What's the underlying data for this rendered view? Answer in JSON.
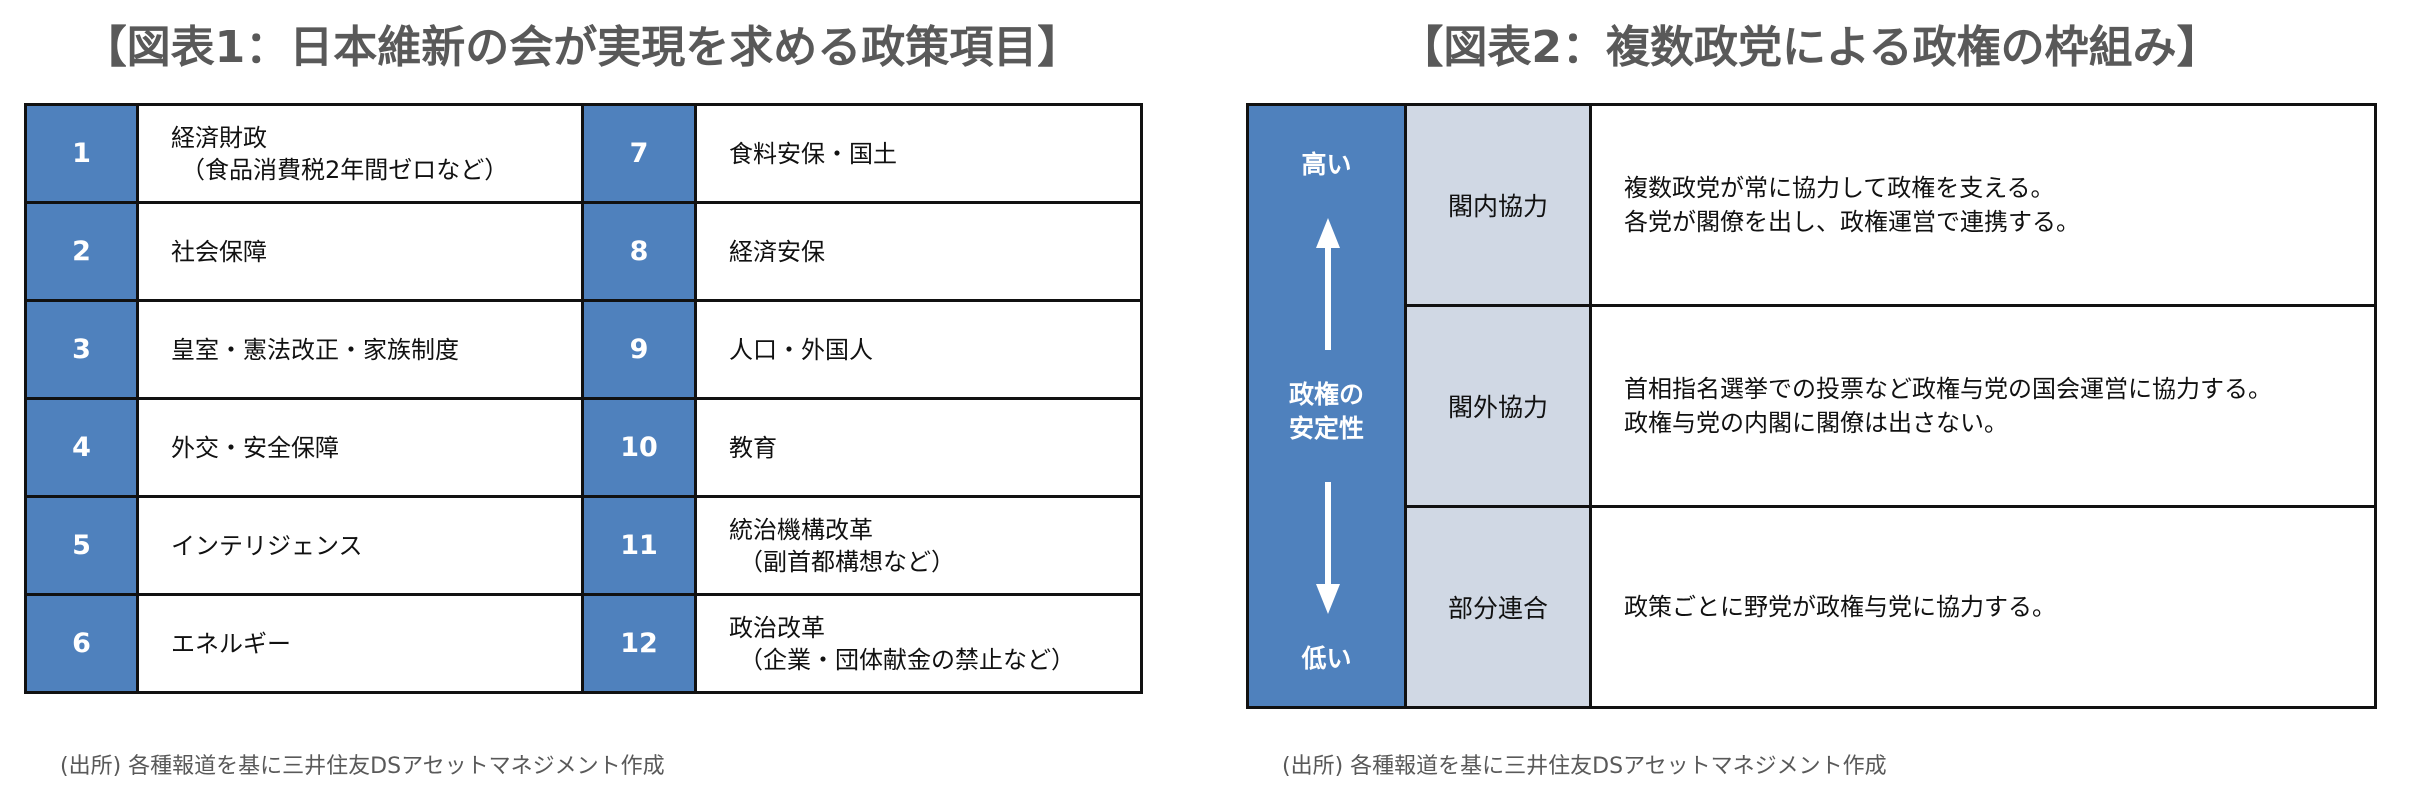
{
  "figure1": {
    "title": "【図表1：日本維新の会が実現を求める政策項目】",
    "items": [
      {
        "no": "1",
        "label": "経済財政",
        "note": "（食品消費税2年間ゼロなど）"
      },
      {
        "no": "2",
        "label": "社会保障",
        "note": ""
      },
      {
        "no": "3",
        "label": "皇室・憲法改正・家族制度",
        "note": ""
      },
      {
        "no": "4",
        "label": "外交・安全保障",
        "note": ""
      },
      {
        "no": "5",
        "label": "インテリジェンス",
        "note": ""
      },
      {
        "no": "6",
        "label": "エネルギー",
        "note": ""
      },
      {
        "no": "7",
        "label": "食料安保・国土",
        "note": ""
      },
      {
        "no": "8",
        "label": "経済安保",
        "note": ""
      },
      {
        "no": "9",
        "label": "人口・外国人",
        "note": ""
      },
      {
        "no": "10",
        "label": "教育",
        "note": ""
      },
      {
        "no": "11",
        "label": "統治機構改革",
        "note": "（副首都構想など）"
      },
      {
        "no": "12",
        "label": "政治改革",
        "note": "（企業・団体献金の禁止など）"
      }
    ],
    "source": "(出所) 各種報道を基に三井住友DSアセットマネジメント作成"
  },
  "figure2": {
    "title": "【図表2：複数政党による政権の枠組み】",
    "axis": {
      "high": "高い",
      "label_line1": "政権の",
      "label_line2": "安定性",
      "low": "低い"
    },
    "rows": [
      {
        "type": "閣内協力",
        "line1": "複数政党が常に協力して政権を支える。",
        "line2": "各党が閣僚を出し、政権運営で連携する。"
      },
      {
        "type": "閣外協力",
        "line1": "首相指名選挙での投票など政権与党の国会運営に協力する。",
        "line2": "政権与党の内閣に閣僚は出さない。"
      },
      {
        "type": "部分連合",
        "line1": "政策ごとに野党が政権与党に協力する。",
        "line2": ""
      }
    ],
    "source": "(出所) 各種報道を基に三井住友DSアセットマネジメント作成"
  },
  "colors": {
    "accent_blue": "#4F81BD",
    "label_gray": "#D0D8E4",
    "title_gray": "#595959"
  }
}
